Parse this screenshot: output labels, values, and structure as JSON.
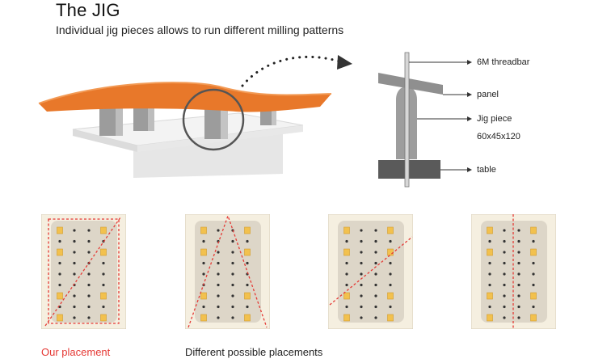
{
  "header": {
    "title": "The JIG",
    "subtitle": "Individual jig pieces allows to run different milling patterns"
  },
  "section_labels": {
    "threadbar": "6M threadbar",
    "panel": "panel",
    "jig_piece": "Jig piece",
    "jig_size": "60x45x120",
    "table": "table"
  },
  "placements": [
    {
      "label": "Our placement",
      "accent": "#e53935"
    },
    {
      "label": "Different possible placements"
    }
  ],
  "colors": {
    "panel_orange": "#e8782a",
    "cut_line": "#e53935",
    "jig_marker": "#f2c14e",
    "board_fill": "#ddd6c8",
    "board_bg": "#f5efe0",
    "steel": "#9a9a9a"
  },
  "icons": {
    "arrow": "dotted-arc-arrow",
    "magnifier": "zoom-circle"
  }
}
